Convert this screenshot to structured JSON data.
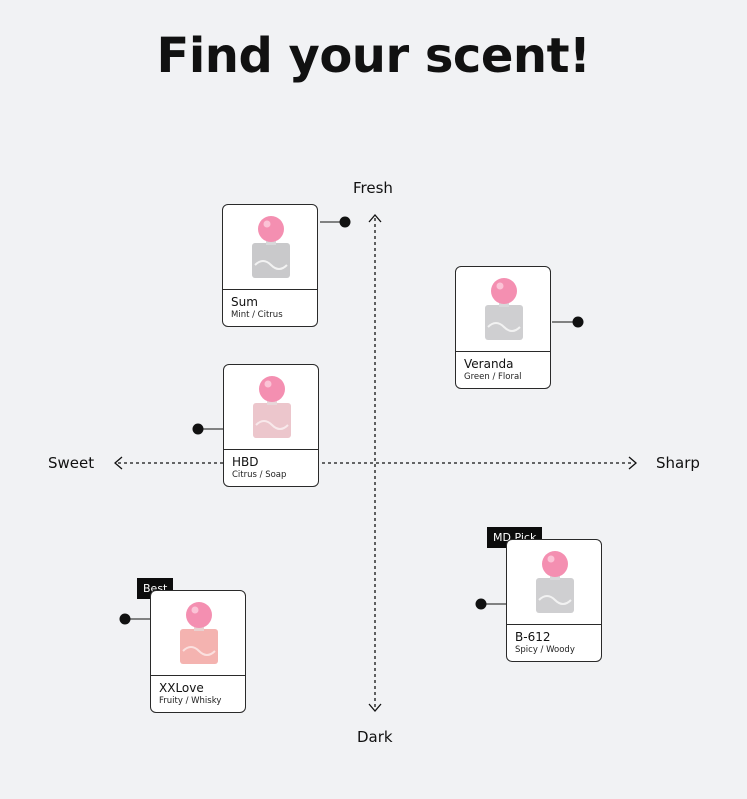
{
  "title": "Find your scent!",
  "axes": {
    "top": "Fresh",
    "bottom": "Dark",
    "left": "Sweet",
    "right": "Sharp"
  },
  "badges": {
    "best": "Best",
    "md_pick": "MD Pick"
  },
  "products": [
    {
      "name": "Sum",
      "notes": "Mint / Citrus",
      "tint": "#c9c9cb"
    },
    {
      "name": "Veranda",
      "notes": "Green / Floral",
      "tint": "#cfcfd1"
    },
    {
      "name": "HBD",
      "notes": "Citrus / Soap",
      "tint": "#ecc6cc"
    },
    {
      "name": "XXLove",
      "notes": "Fruity / Whisky",
      "tint": "#f4b3b0"
    },
    {
      "name": "B-612",
      "notes": "Spicy / Woody",
      "tint": "#cfcfd1"
    }
  ],
  "colors": {
    "background": "#f1f2f4",
    "cap": "#f48fb1",
    "badge": "#0c0c0c"
  }
}
